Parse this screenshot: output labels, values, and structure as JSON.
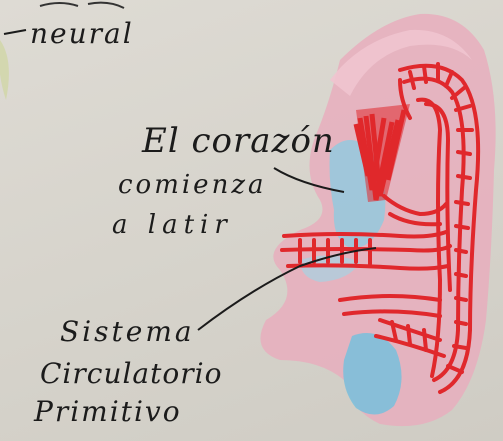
{
  "labels": {
    "top_line": "neural",
    "heart": [
      "El corazón",
      "comienza",
      "a latir"
    ],
    "circulatory": [
      "Sistema",
      "Circulatorio",
      "Primitivo"
    ]
  },
  "colors": {
    "paper": "#d8d5ce",
    "pink_tissue": "#e7a8b8",
    "blue_tissue": "#7fc4de",
    "red_vessels": "#e0282c",
    "ink": "#1b1b1b"
  }
}
